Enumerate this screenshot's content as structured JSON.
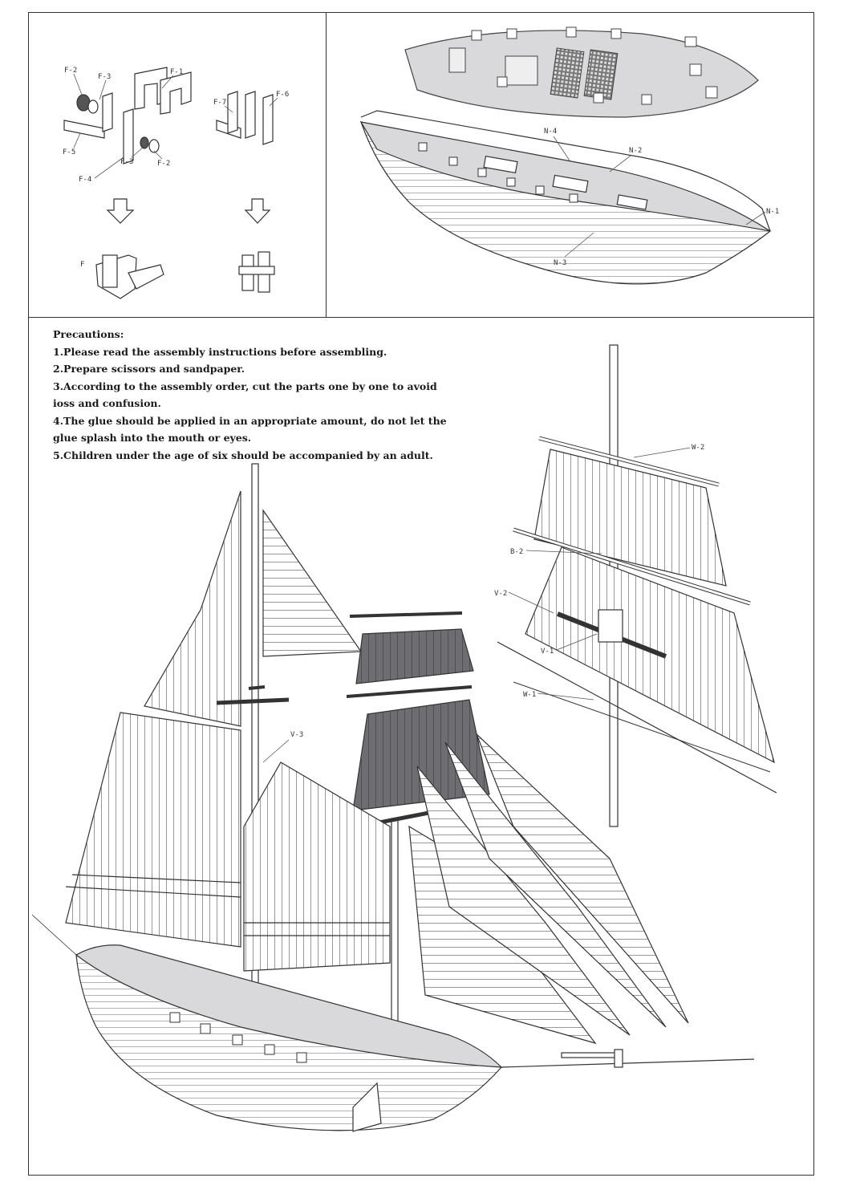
{
  "precautions": {
    "title": "Precautions:",
    "items": [
      "1.Please read the assembly instructions before assembling.",
      "2.Prepare scissors and sandpaper.",
      "3.According to the assembly order, cut the parts one by one to avoid",
      "ioss and confusion.",
      "4.The glue should be applied in an appropriate amount, do not let the",
      "glue splash into the mouth or eyes.",
      "5.Children under the age of six should be accompanied by an adult."
    ]
  },
  "part_labels": {
    "f1": "F-1",
    "f2_top": "F-2",
    "f3_top": "F-3",
    "f5_left": "F-5",
    "f4": "F-4",
    "f3_bottom": "F-3",
    "f2_bottom": "F-2",
    "f7": "F-7",
    "f6": "F-6",
    "f": "F",
    "n4": "N-4",
    "n2": "N-2",
    "n1": "N-1",
    "n3": "N-3",
    "w2_top": "W-2",
    "b2": "B-2",
    "v2": "V-2",
    "v1": "V-1",
    "w1": "W-1",
    "v3": "V-3"
  },
  "colors": {
    "line": "#333333",
    "sail_dark": "#6e6e72",
    "deck": "#d9d9db"
  }
}
